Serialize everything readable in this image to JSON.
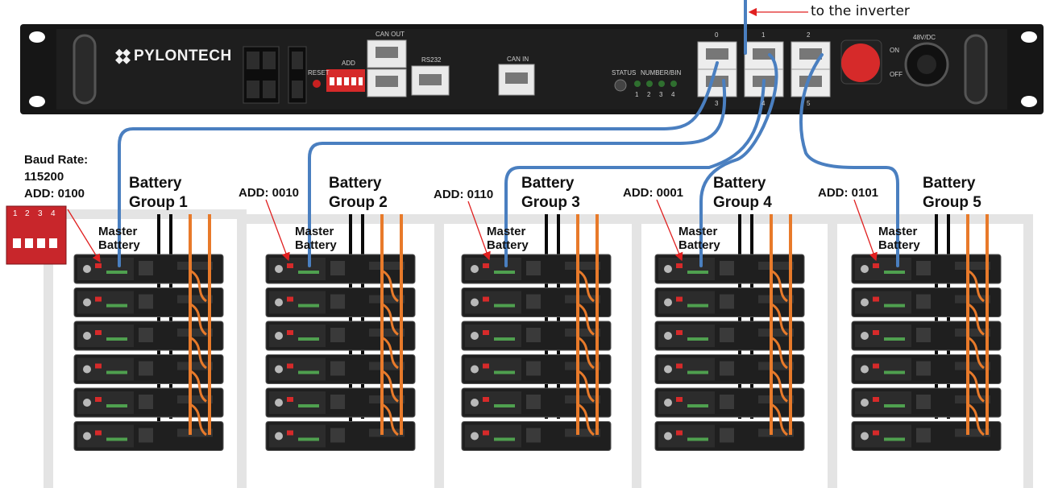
{
  "hub": {
    "brand": "PYLONTECH",
    "reset": "RESET",
    "add": "ADD",
    "can_out": "CAN OUT",
    "rs232": "RS232",
    "can_in": "CAN IN",
    "status": "STATUS",
    "number_bin": "NUMBER/BIN",
    "bin_digits": [
      "1",
      "2",
      "3",
      "4"
    ],
    "link_ports_top": [
      "0",
      "1",
      "2"
    ],
    "link_ports_bottom": [
      "3",
      "4",
      "5"
    ],
    "on": "ON",
    "off": "OFF",
    "voltage": "48V/DC"
  },
  "inverter_note": "to the inverter",
  "dip_switch": {
    "numbers": [
      "1",
      "2",
      "3",
      "4"
    ],
    "baud_label": "Baud Rate:",
    "baud_value": "115200",
    "address": "ADD: 0100"
  },
  "groups": [
    {
      "title_line1": "Battery",
      "title_line2": "Group 1",
      "master_line1": "Master",
      "master_line2": "Battery"
    },
    {
      "title_line1": "Battery",
      "title_line2": "Group 2",
      "master_line1": "Master",
      "master_line2": "Battery",
      "address": "ADD: 0010"
    },
    {
      "title_line1": "Battery",
      "title_line2": "Group 3",
      "master_line1": "Master",
      "master_line2": "Battery",
      "address": "ADD: 0110"
    },
    {
      "title_line1": "Battery",
      "title_line2": "Group 4",
      "master_line1": "Master",
      "master_line2": "Battery",
      "address": "ADD: 0001"
    },
    {
      "title_line1": "Battery",
      "title_line2": "Group 5",
      "master_line1": "Master",
      "master_line2": "Battery",
      "address": "ADD: 0101"
    }
  ],
  "colors": {
    "hub_body": "#1c1c1c",
    "cable_blue": "#4a7fc0",
    "cable_orange": "#e87a2a",
    "switch_red": "#d62a2a",
    "annotation_red": "#e02020",
    "rack_frame": "#e6e6e6"
  }
}
